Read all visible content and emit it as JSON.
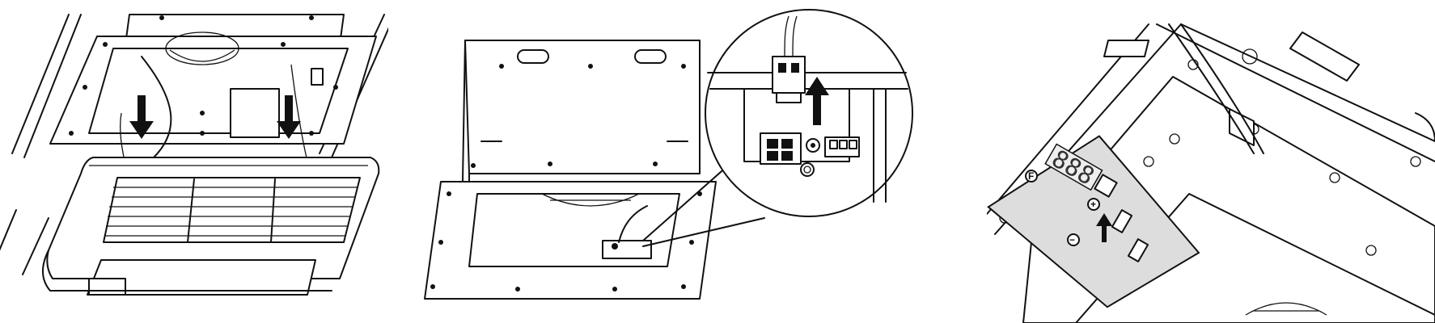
{
  "figure": {
    "panels": [
      {
        "id": "remove-grille",
        "arrows": 2,
        "arrow_direction": "down"
      },
      {
        "id": "connector-detail",
        "arrows": 1,
        "arrow_direction": "up"
      },
      {
        "id": "control-board-connect",
        "arrows": 1,
        "arrow_direction": "up"
      }
    ]
  },
  "control_board": {
    "display_digits": "888",
    "button_f_label": "F",
    "button_plus_label": "+",
    "button_minus_label": "−"
  },
  "colors": {
    "line": "#111111",
    "panel_fill": "#dddddd",
    "background": "#ffffff"
  }
}
